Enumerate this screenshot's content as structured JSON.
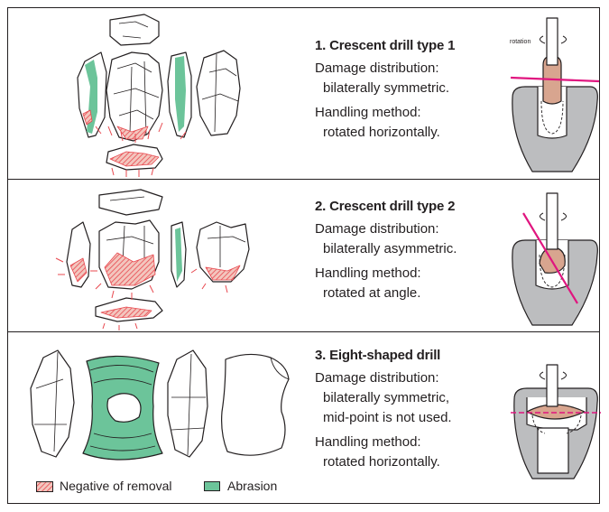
{
  "panels": [
    {
      "title": "1. Crescent drill type 1",
      "damage_label": "Damage distribution:",
      "damage_lines": [
        "bilaterally symmetric."
      ],
      "handling_label": "Handling method:",
      "handling_lines": [
        "rotated horizontally."
      ]
    },
    {
      "title": "2. Crescent drill type 2",
      "damage_label": "Damage distribution:",
      "damage_lines": [
        "bilaterally asymmetric."
      ],
      "handling_label": "Handling method:",
      "handling_lines": [
        "rotated at angle."
      ]
    },
    {
      "title": "3. Eight-shaped drill",
      "damage_label": "Damage distribution:",
      "damage_lines": [
        "bilaterally symmetric,",
        "mid-point is not used."
      ],
      "handling_label": "Handling method:",
      "handling_lines": [
        "rotated horizontally."
      ]
    }
  ],
  "rotation_label": "rotation",
  "legend": [
    {
      "label": "Negative of removal",
      "pattern": "hatched",
      "color": "#e8484f"
    },
    {
      "label": "Abrasion",
      "pattern": "solid",
      "color": "#6cc49a"
    }
  ],
  "colors": {
    "abrasion": "#6cc49a",
    "removal": "#e8484f",
    "removal_fill": "#f3c6be",
    "holder": "#bcbdbf",
    "drill_bit": "#d8a58f",
    "magenta_line": "#e0157f",
    "outline": "#231f20"
  }
}
